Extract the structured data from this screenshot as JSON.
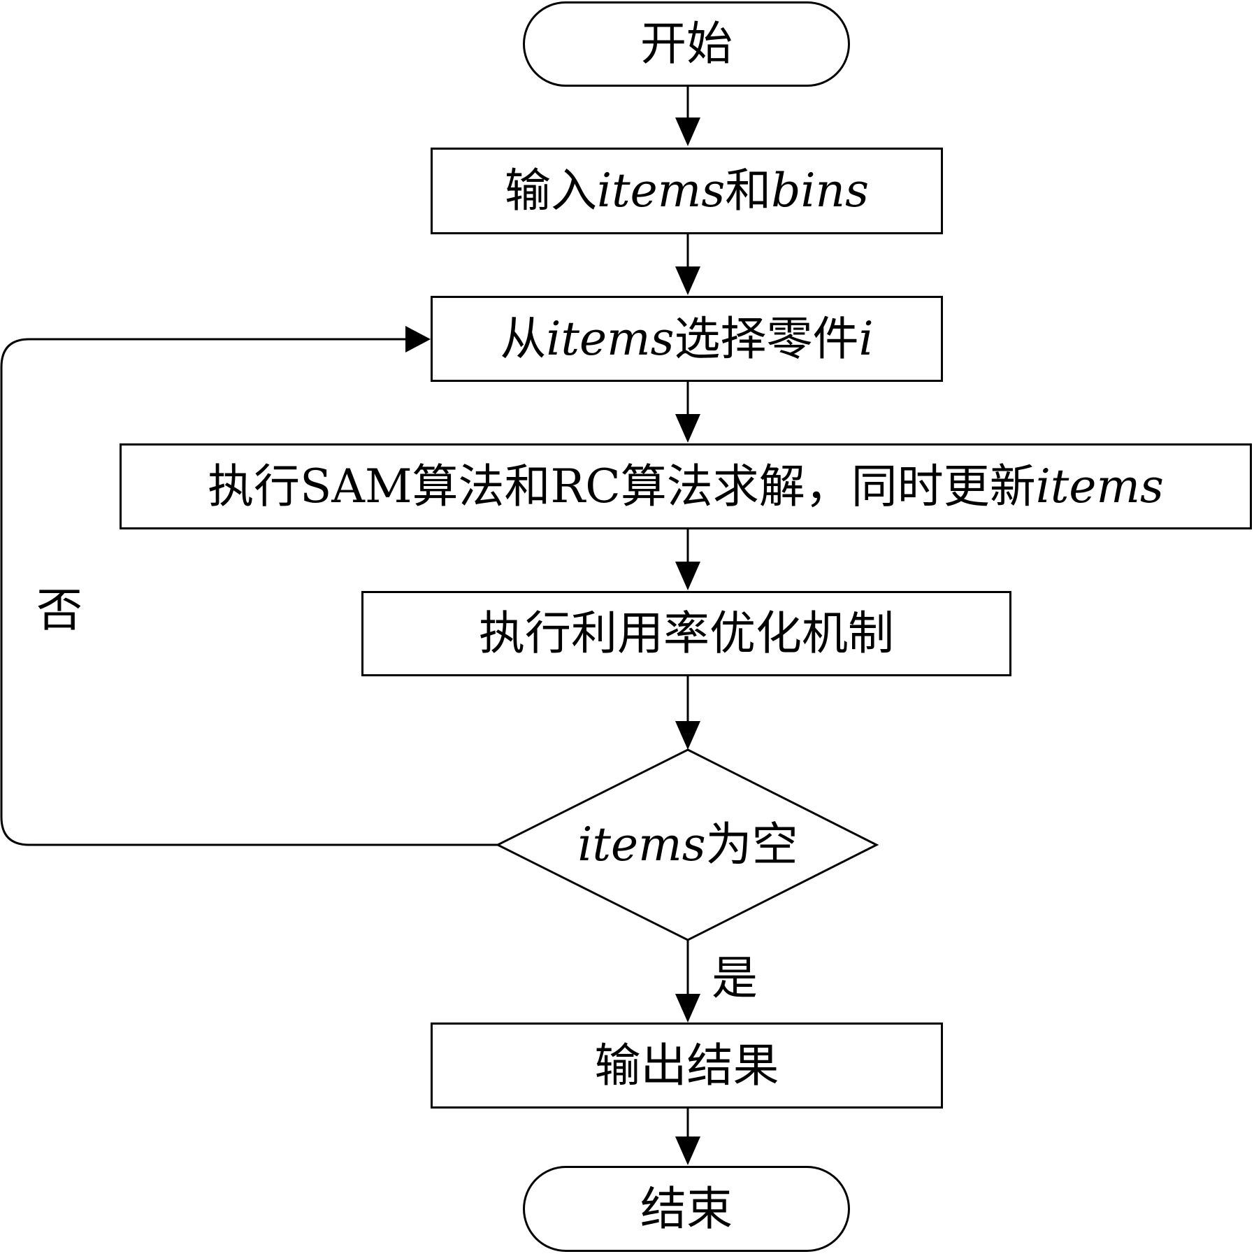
{
  "nodes": {
    "start": {
      "text": "开始"
    },
    "input": {
      "pre": "输入",
      "var1": "items",
      "mid": "和",
      "var2": "bins"
    },
    "select": {
      "pre": "从",
      "var1": "items",
      "mid": "选择零件",
      "var2": "i"
    },
    "solve": {
      "pre": "执行SAM算法和RC算法求解，同时更新",
      "var1": "items"
    },
    "optimize": {
      "text": "执行利用率优化机制"
    },
    "decision": {
      "var1": "items",
      "post": "为空"
    },
    "output": {
      "text": "输出结果"
    },
    "end": {
      "text": "结束"
    }
  },
  "edge_labels": {
    "no": "否",
    "yes": "是"
  }
}
